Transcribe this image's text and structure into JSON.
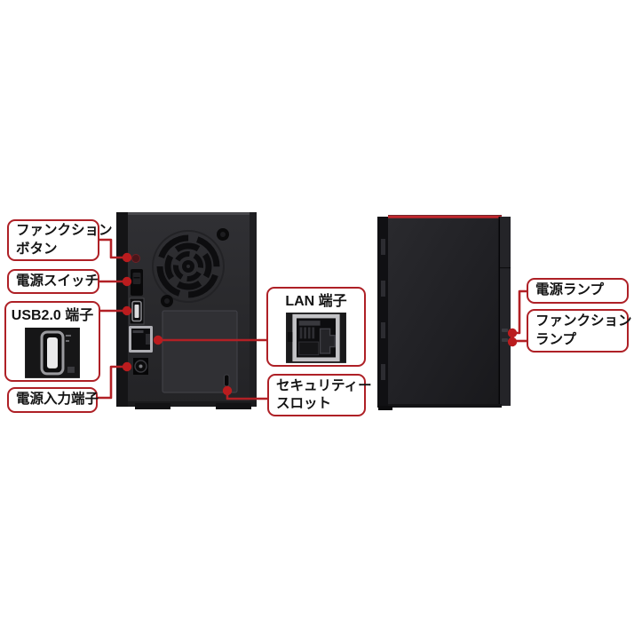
{
  "diagram": {
    "subject": "NAS rear and front view feature callouts",
    "background": "#ffffff"
  },
  "colors": {
    "callout_border": "#ae2026",
    "connector_line": "#b22025",
    "connector_dot": "#ba1c1e",
    "device_body": "#2b2b2e",
    "front_accent_line": "#c1272d",
    "label_text": "#141414"
  },
  "callouts": {
    "function_button": {
      "line1": "ファンクション",
      "line2": "ボタン"
    },
    "power_switch": {
      "text": "電源スイッチ"
    },
    "usb_port": {
      "title": "USB2.0 端子"
    },
    "power_input": {
      "text": "電源入力端子"
    },
    "lan_port": {
      "title": "LAN 端子"
    },
    "security_slot": {
      "line1": "セキュリティー",
      "line2": "スロット"
    },
    "power_lamp": {
      "text": "電源ランプ"
    },
    "function_lamp": {
      "line1": "ファンクション",
      "line2": "ランプ"
    }
  },
  "icons": {
    "usb_port_photo": "usb-a-receptacle",
    "lan_port_photo": "rj45-receptacle",
    "rear_view_photo": "nas-rear-panel",
    "front_view_photo": "nas-front-panel"
  }
}
